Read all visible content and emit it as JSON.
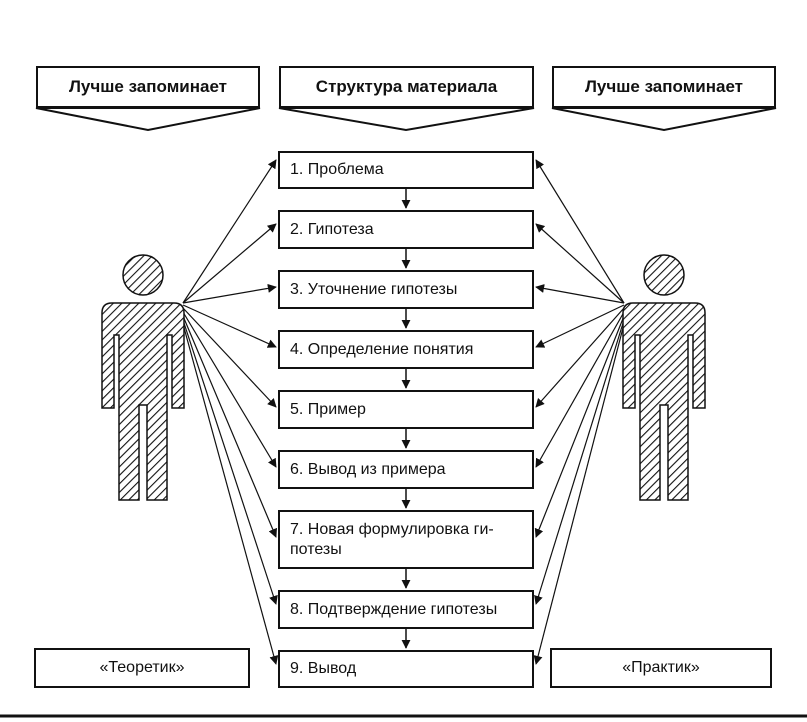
{
  "headers": {
    "left": "Лучше запоминает",
    "center": "Структура материала",
    "right": "Лучше запоминает"
  },
  "steps": [
    "1. Проблема",
    "2. Гипотеза",
    "3. Уточнение гипотезы",
    "4. Определение понятия",
    "5. Пример",
    "6. Вывод из примера",
    "7. Новая формулировка ги-\nпотезы",
    "8. Подтверждение гипотезы",
    "9. Вывод"
  ],
  "roles": {
    "left": "«Теоретик»",
    "right": "«Практик»"
  }
}
